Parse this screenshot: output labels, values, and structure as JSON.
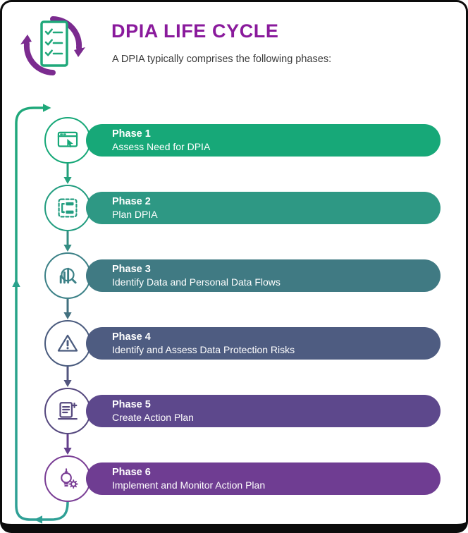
{
  "frame": {
    "border_color": "#0C0C0C",
    "background": "#FFFFFF"
  },
  "header": {
    "title": "DPIA LIFE CYCLE",
    "title_color": "#8A1A9C",
    "subtitle": "A DPIA typically comprises the following phases:",
    "logo_icon": "checklist-cycle-icon",
    "logo_arrow_color": "#7B2B8F",
    "logo_list_color": "#1FA87A"
  },
  "flow": {
    "top_arrow_color": "#1FA87A",
    "mid_arrow_color": "#2AA28C",
    "bottom_arrow_color": "#2FA096",
    "connector_colors": [
      "#23A17C",
      "#338C82",
      "#42707F",
      "#53567F",
      "#643F8C"
    ]
  },
  "phases": [
    {
      "label": "Phase 1",
      "description": "Assess Need for DPIA",
      "color": "#17A878",
      "icon": "browser-touch-icon",
      "icon_color": "#17A878"
    },
    {
      "label": "Phase 2",
      "description": "Plan DPIA",
      "color": "#2E9884",
      "icon": "plan-flowchart-icon",
      "icon_color": "#239D80"
    },
    {
      "label": "Phase 3",
      "description": "Identify Data and Personal Data Flows",
      "color": "#407A83",
      "icon": "chart-magnifier-icon",
      "icon_color": "#3C8187"
    },
    {
      "label": "Phase 4",
      "description": "Identify and Assess Data Protection Risks",
      "color": "#4E5C81",
      "icon": "warning-triangle-icon",
      "icon_color": "#4A5B7E"
    },
    {
      "label": "Phase 5",
      "description": "Create Action Plan",
      "color": "#5D488C",
      "icon": "action-plan-document-icon",
      "icon_color": "#56497F"
    },
    {
      "label": "Phase 6",
      "description": "Implement and Monitor Action Plan",
      "color": "#6F3D92",
      "icon": "bulb-gear-icon",
      "icon_color": "#7A3E95"
    }
  ]
}
